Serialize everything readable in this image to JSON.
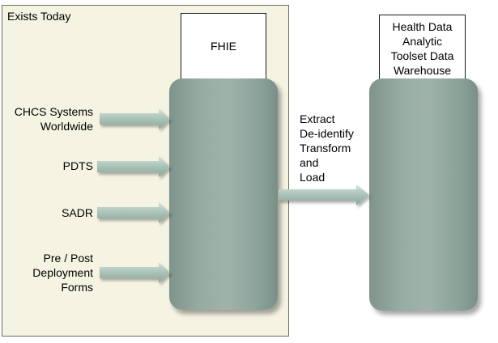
{
  "region": {
    "label": "Exists Today"
  },
  "fhie": {
    "label": "FHIE"
  },
  "warehouse": {
    "label_lines": [
      "Health Data",
      "Analytic",
      "Toolset Data",
      "Warehouse"
    ]
  },
  "sources": [
    {
      "lines": [
        "CHCS Systems",
        "Worldwide"
      ]
    },
    {
      "lines": [
        "PDTS"
      ]
    },
    {
      "lines": [
        "SADR"
      ]
    },
    {
      "lines": [
        "Pre / Post",
        "Deployment",
        "Forms"
      ]
    }
  ],
  "etl": {
    "lines": [
      "Extract",
      "De-identify",
      "Transform",
      "and",
      "Load"
    ]
  },
  "colors": {
    "region_fill": "#f5f3e2",
    "store_fill": "#97ada4",
    "arrow_fill": "#a9c2b7"
  }
}
